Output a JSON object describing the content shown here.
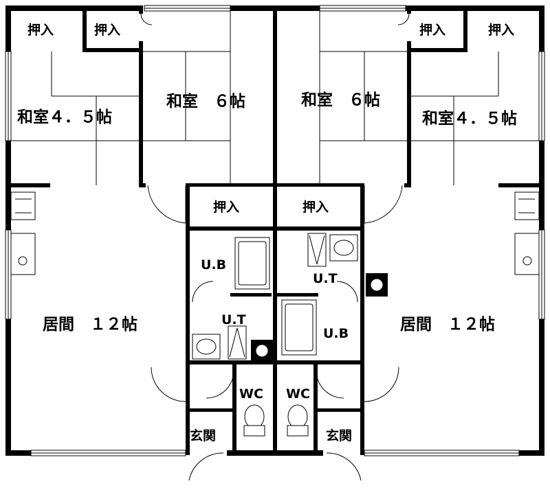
{
  "rooms": {
    "closet_top_far_left": "押入",
    "closet_top_left": "押入",
    "closet_top_right": "押入",
    "closet_top_far_right": "押入",
    "washitsu_left_small": "和室４．５帖",
    "washitsu_left_large": "和室　６帖",
    "washitsu_right_large": "和室　６帖",
    "washitsu_right_small": "和室４．５帖",
    "closet_mid_left": "押入",
    "closet_mid_right": "押入",
    "ub_left": "U.B",
    "ub_right": "U.B",
    "ut_left": "U.T",
    "ut_right": "U.T",
    "living_left": "居間　１２帖",
    "living_right": "居間　１２帖",
    "wc_left": "WC",
    "wc_right": "WC",
    "entrance_left": "玄関",
    "entrance_right": "玄関"
  }
}
